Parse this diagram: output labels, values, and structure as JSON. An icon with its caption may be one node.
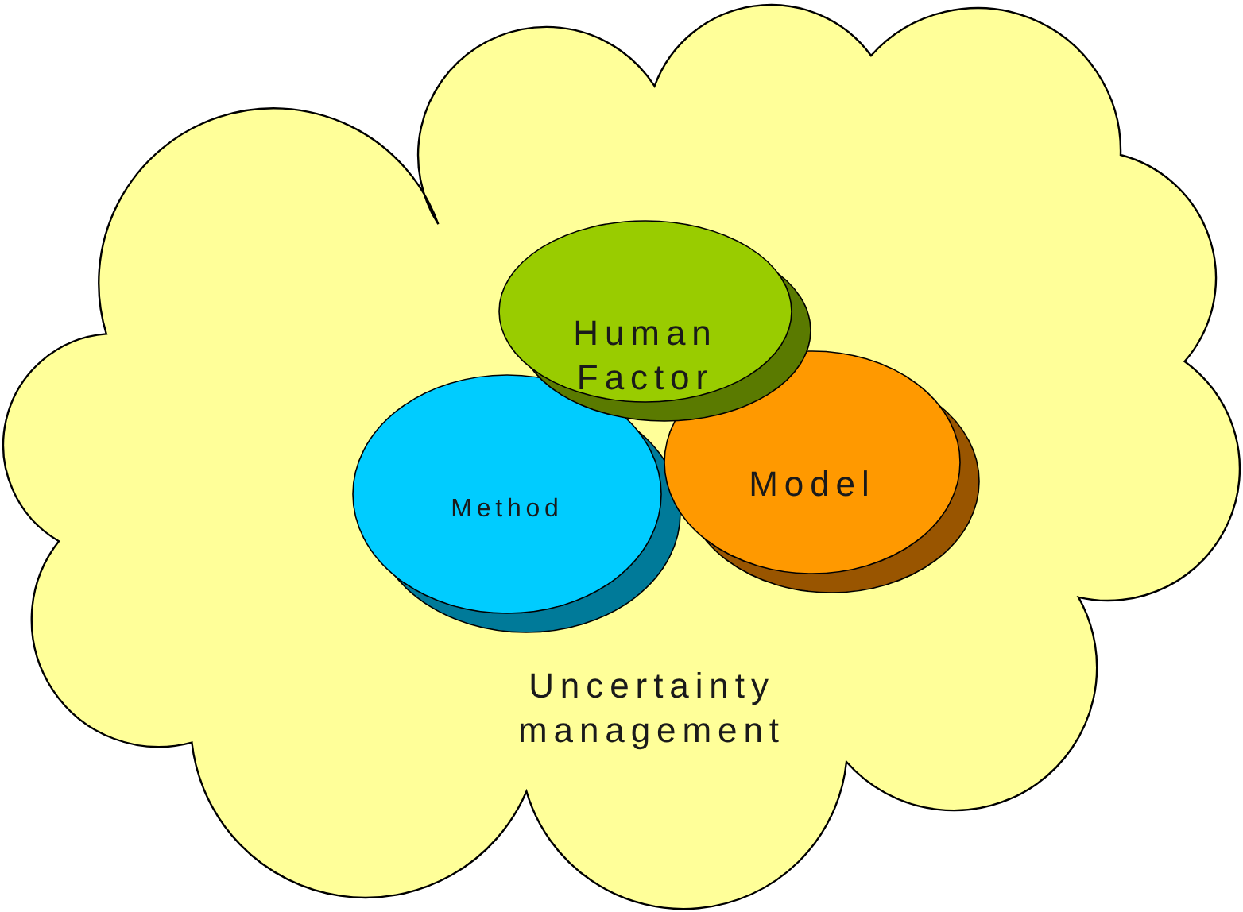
{
  "diagram": {
    "nodes": [
      {
        "text": [
          "Uncertainty management"
        ]
      },
      {
        "text": [
          "Method"
        ],
        "in": 0
      },
      {
        "text": [
          "Model"
        ],
        "in": 0
      },
      {
        "text": [
          "Human Factor"
        ],
        "in": 0
      }
    ]
  }
}
